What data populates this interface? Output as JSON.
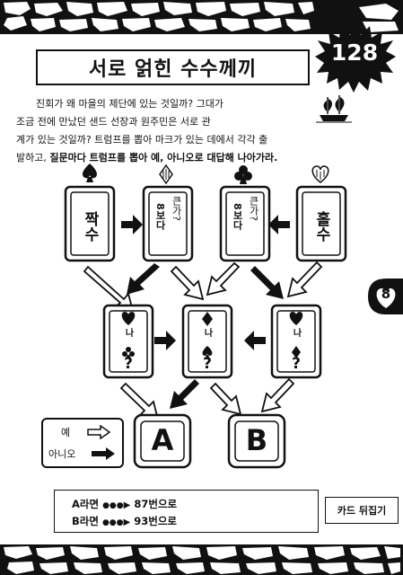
{
  "page": {
    "number": "128",
    "title": "서로 얽힌 수수께끼",
    "side_tab_number": "8"
  },
  "intro": {
    "line1": "진회가 왜 마을의 제단에 있는 것일까? 그대가",
    "line2": "조금 전에 만났던 샌드 선장과 원주민은 서로  관",
    "line3": "계가 있는 것일까? 트럼프를 뽑아 마크가 있는 데에서 각각 출",
    "line4_normal": "발하고, ",
    "line4_bold": "질문마다 트럼프를 뽑아 예, 아니오로 대답해 나아가라."
  },
  "cards": {
    "top": [
      {
        "suit_icon": "spade-icon",
        "text": "짝수"
      },
      {
        "suit_icon": "diamond-icon",
        "text_left": "8보다",
        "text_right": "큰가?"
      },
      {
        "suit_icon": "club-icon",
        "text_left": "8보다",
        "text_right": "큰가?"
      },
      {
        "suit_icon": "heart-icon",
        "text": "홀수"
      }
    ],
    "middle": [
      {
        "suit_icon": "heart-icon",
        "text": "나",
        "bottom_icon": "club-icon",
        "mark": "?"
      },
      {
        "suit_icon": "diamond-icon",
        "text": "나",
        "bottom_icon": "spade-icon",
        "mark": "?"
      },
      {
        "suit_icon": "heart-icon",
        "text": "나",
        "bottom_icon": "diamond-icon",
        "mark": "?"
      }
    ],
    "results": [
      "A",
      "B"
    ]
  },
  "legend": {
    "yes_label": "예",
    "no_label": "아니오"
  },
  "answers": {
    "a_prefix": "A라면",
    "a_dots": "●●●",
    "a_target": "87번으로",
    "b_prefix": "B라면",
    "b_dots": "●●●",
    "b_target": "93번으로"
  },
  "flip_button_label": "카드 뒤집기",
  "colors": {
    "ink": "#111111",
    "paper": "#ffffff"
  }
}
